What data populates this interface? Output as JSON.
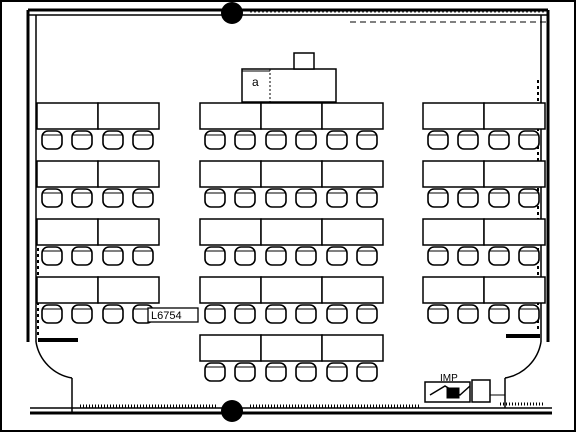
{
  "room_label": "L6754",
  "lectern_letter": "a",
  "equipment_label": "IMP",
  "columns": [
    {
      "name": "left",
      "desks": 2,
      "rows": 4
    },
    {
      "name": "center",
      "desks": 3,
      "rows": 5
    },
    {
      "name": "right",
      "desks": 2,
      "rows": 4
    }
  ],
  "chairs_per_desk": 2,
  "colors": {
    "ink": "#000000",
    "paper": "#ffffff"
  }
}
